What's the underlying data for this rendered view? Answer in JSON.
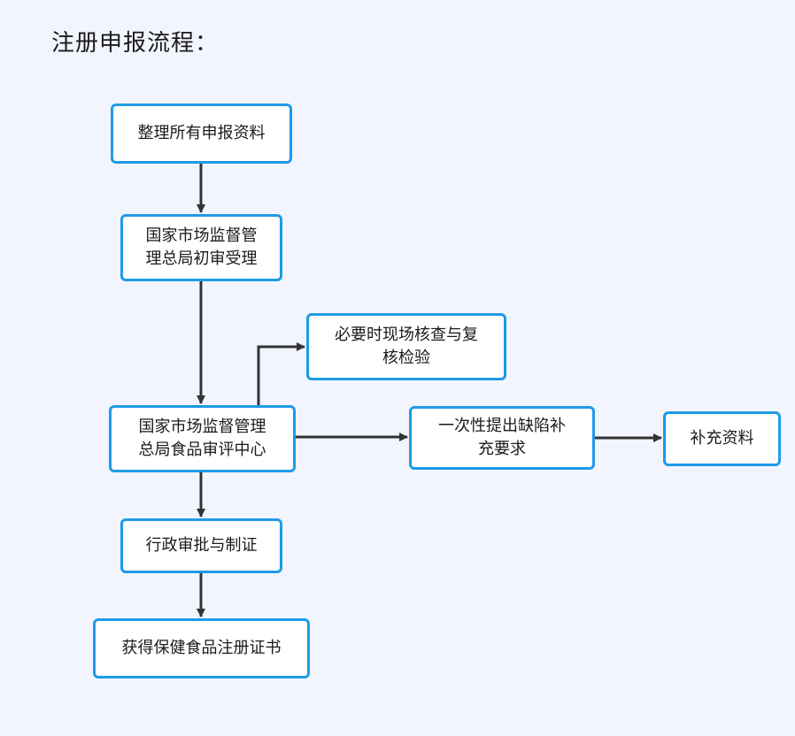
{
  "title": "注册申报流程：",
  "colors": {
    "background": "#f2f5fd",
    "node_border": "#1e9be6",
    "node_fill": "#ffffff",
    "connector": "#333333"
  },
  "nodes": [
    {
      "id": "n1",
      "text": "整理所有申报资料"
    },
    {
      "id": "n2",
      "text": "国家市场监督管\n理总局初审受理"
    },
    {
      "id": "n3",
      "text": "必要时现场核查与复\n核检验"
    },
    {
      "id": "n4",
      "text": "国家市场监督管理\n总局食品审评中心"
    },
    {
      "id": "n5",
      "text": "一次性提出缺陷补\n充要求"
    },
    {
      "id": "n6",
      "text": "补充资料"
    },
    {
      "id": "n7",
      "text": "行政审批与制证"
    },
    {
      "id": "n8",
      "text": "获得保健食品注册证书"
    }
  ],
  "edges": [
    {
      "from": "n1",
      "to": "n2"
    },
    {
      "from": "n2",
      "to": "n4"
    },
    {
      "from": "n4",
      "to": "n3"
    },
    {
      "from": "n4",
      "to": "n5"
    },
    {
      "from": "n5",
      "to": "n6"
    },
    {
      "from": "n4",
      "to": "n7"
    },
    {
      "from": "n7",
      "to": "n8"
    }
  ]
}
